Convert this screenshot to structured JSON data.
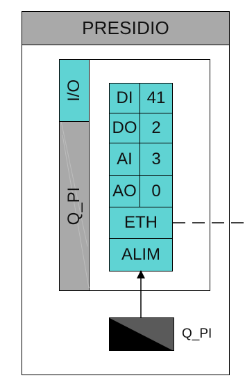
{
  "header": {
    "title": "PRESIDIO"
  },
  "sidebar": {
    "io_label": "I/O",
    "module_label": "Q_PI"
  },
  "io_table": {
    "rows": [
      {
        "type": "DI",
        "count": "41"
      },
      {
        "type": "DO",
        "count": "2"
      },
      {
        "type": "AI",
        "count": "3"
      },
      {
        "type": "AO",
        "count": "0"
      }
    ],
    "eth_label": "ETH",
    "alim_label": "ALIM"
  },
  "device": {
    "label": "Q_PI"
  },
  "colors": {
    "cyan": "#5fd3d3",
    "gray": "#a9a9a9"
  }
}
